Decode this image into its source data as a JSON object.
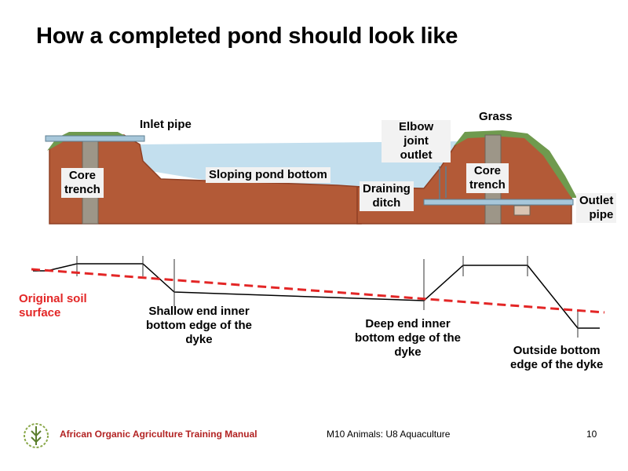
{
  "slide": {
    "title": "How a completed pond should look like"
  },
  "pond": {
    "inlet_pipe": "Inlet pipe",
    "core_trench_left": [
      "Core",
      "trench"
    ],
    "sloping_bottom": "Sloping pond bottom",
    "elbow_joint": [
      "Elbow",
      "joint",
      "outlet"
    ],
    "grass": "Grass",
    "draining_ditch": [
      "Draining",
      "ditch"
    ],
    "core_trench_right": [
      "Core",
      "trench"
    ],
    "outlet_pipe": [
      "Outlet",
      "pipe"
    ]
  },
  "profile": {
    "original_soil": [
      "Original soil",
      "surface"
    ],
    "shallow_end": [
      "Shallow end inner",
      "bottom edge of the",
      "dyke"
    ],
    "deep_end": [
      "Deep end inner",
      "bottom edge of the",
      "dyke"
    ],
    "outside_bottom": [
      "Outside bottom",
      "edge of the dyke"
    ]
  },
  "colors": {
    "soil": "#b35a37",
    "soil_dark": "#8f4025",
    "water": "#c3dfee",
    "grass": "#6f9a4e",
    "pipe": "#a7c7da",
    "soil_line": "#e32626"
  },
  "footer": {
    "manual": "African Organic Agriculture Training Manual",
    "module": "M10 Animals: U8 Aquaculture",
    "page": "10"
  },
  "icons": {
    "logo": "organic-agriculture-logo-icon"
  }
}
